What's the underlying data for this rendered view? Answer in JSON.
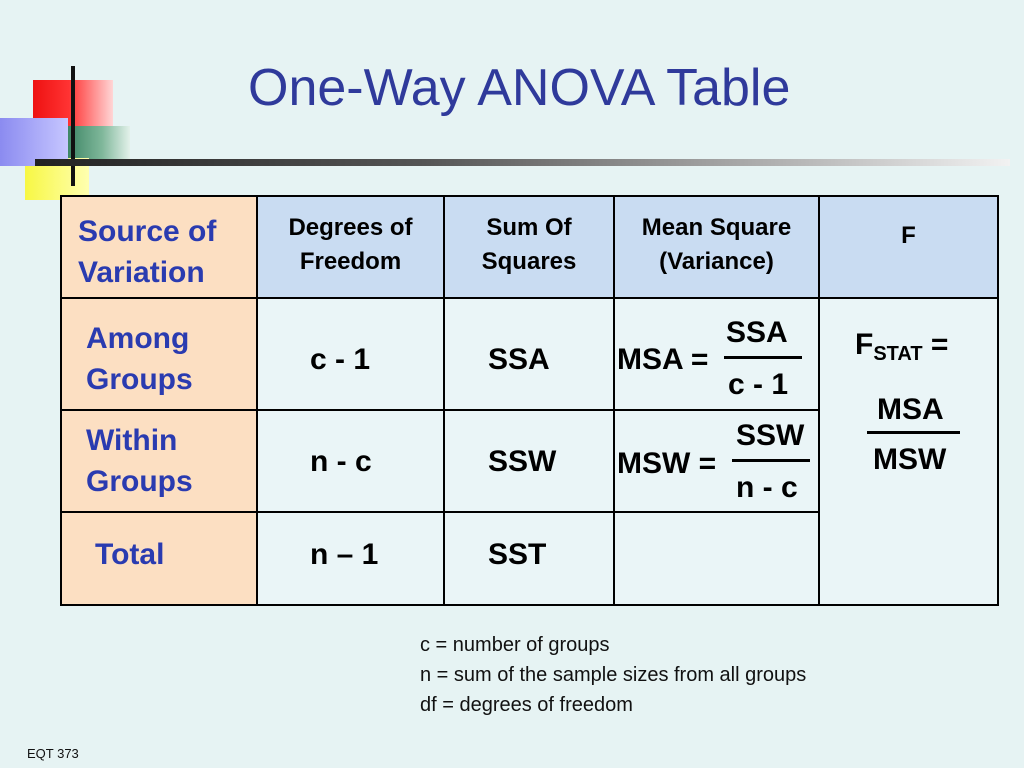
{
  "title": "One-Way ANOVA Table",
  "table": {
    "headers": {
      "source_line1": "Source of",
      "source_line2": "Variation",
      "df_line1": "Degrees of",
      "df_line2": "Freedom",
      "ss_line1": "Sum Of",
      "ss_line2": "Squares",
      "ms_line1": "Mean Square",
      "ms_line2": "(Variance)",
      "f": "F"
    },
    "rows": [
      {
        "source_line1": "Among",
        "source_line2": "Groups",
        "df": "c - 1",
        "ss": "SSA",
        "ms_label": "MSA =",
        "ms_num": "SSA",
        "ms_den": "c - 1"
      },
      {
        "source_line1": "Within",
        "source_line2": "Groups",
        "df": "n - c",
        "ss": "SSW",
        "ms_label": "MSW =",
        "ms_num": "SSW",
        "ms_den": "n - c"
      },
      {
        "source_line1": "Total",
        "df": "n – 1",
        "ss": "SST"
      }
    ],
    "f_stat": {
      "label": "F",
      "subscript": "STAT",
      "equals": "=",
      "num": "MSA",
      "den": "MSW"
    }
  },
  "legend": [
    "c = number of groups",
    "n = sum of the sample sizes from all groups",
    "df = degrees of freedom"
  ],
  "footer": "EQT 373",
  "colors": {
    "background": "#e6f3f3",
    "title": "#2f3a9b",
    "source_text": "#2a3bb0",
    "header_fill": "#c9dcf2",
    "source_fill": "#fcdfc2"
  }
}
